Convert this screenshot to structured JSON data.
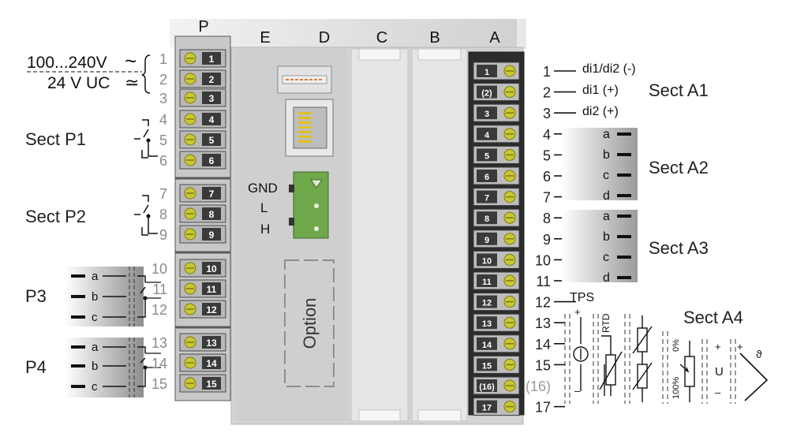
{
  "columns": [
    "P",
    "E",
    "D",
    "C",
    "B",
    "A"
  ],
  "supply": {
    "ac_label": "100...240V",
    "ac_symbol": "~",
    "dc_label": "24 V UC",
    "dc_symbol": "≃"
  },
  "sections": {
    "p1": "Sect P1",
    "p2": "Sect P2",
    "p3": "P3",
    "p4": "P4",
    "a1": "Sect A1",
    "a2": "Sect A2",
    "a3": "Sect A3",
    "a4": "Sect A4"
  },
  "terminals_p": [
    "1",
    "2",
    "3",
    "4",
    "5",
    "6",
    "7",
    "8",
    "9",
    "10",
    "11",
    "12",
    "13",
    "14",
    "15"
  ],
  "terminals_a": [
    "1",
    "(2)",
    "3",
    "4",
    "5",
    "6",
    "7",
    "8",
    "9",
    "10",
    "11",
    "12",
    "13",
    "14",
    "15",
    "(16)",
    "17"
  ],
  "pin_numbers_left": [
    "1",
    "2",
    "3",
    "4",
    "5",
    "6",
    "7",
    "8",
    "9",
    "10",
    "11",
    "12",
    "13",
    "14",
    "15"
  ],
  "pin_numbers_right": [
    "1",
    "2",
    "3",
    "4",
    "5",
    "6",
    "7",
    "8",
    "9",
    "10",
    "11",
    "12",
    "13",
    "14",
    "15",
    "(16)",
    "17"
  ],
  "signals_a1": [
    "di1/di2 (-)",
    "di1 (+)",
    "di2 (+)"
  ],
  "letters": [
    "a",
    "b",
    "c",
    "d"
  ],
  "letters_p": [
    "a",
    "b",
    "c"
  ],
  "tps_label": "TPS",
  "bus_labels": [
    "GND",
    "L",
    "H"
  ],
  "option_label": "Option",
  "a4_symbols": {
    "plus": "+",
    "minus": "–",
    "rtd": "RTD",
    "pct0": "0%",
    "pct100": "100%",
    "voltage": "U",
    "theta": "ϑ"
  },
  "colors": {
    "terminal_block": "#3a3a3a",
    "screw": "#c9c832",
    "screw_dark": "#7c7a12",
    "connector_green": "#6fa84b",
    "housing": "#d4d4d4",
    "empty_slot": "#e6e6e6",
    "rj45_leds": "#e0c020"
  }
}
